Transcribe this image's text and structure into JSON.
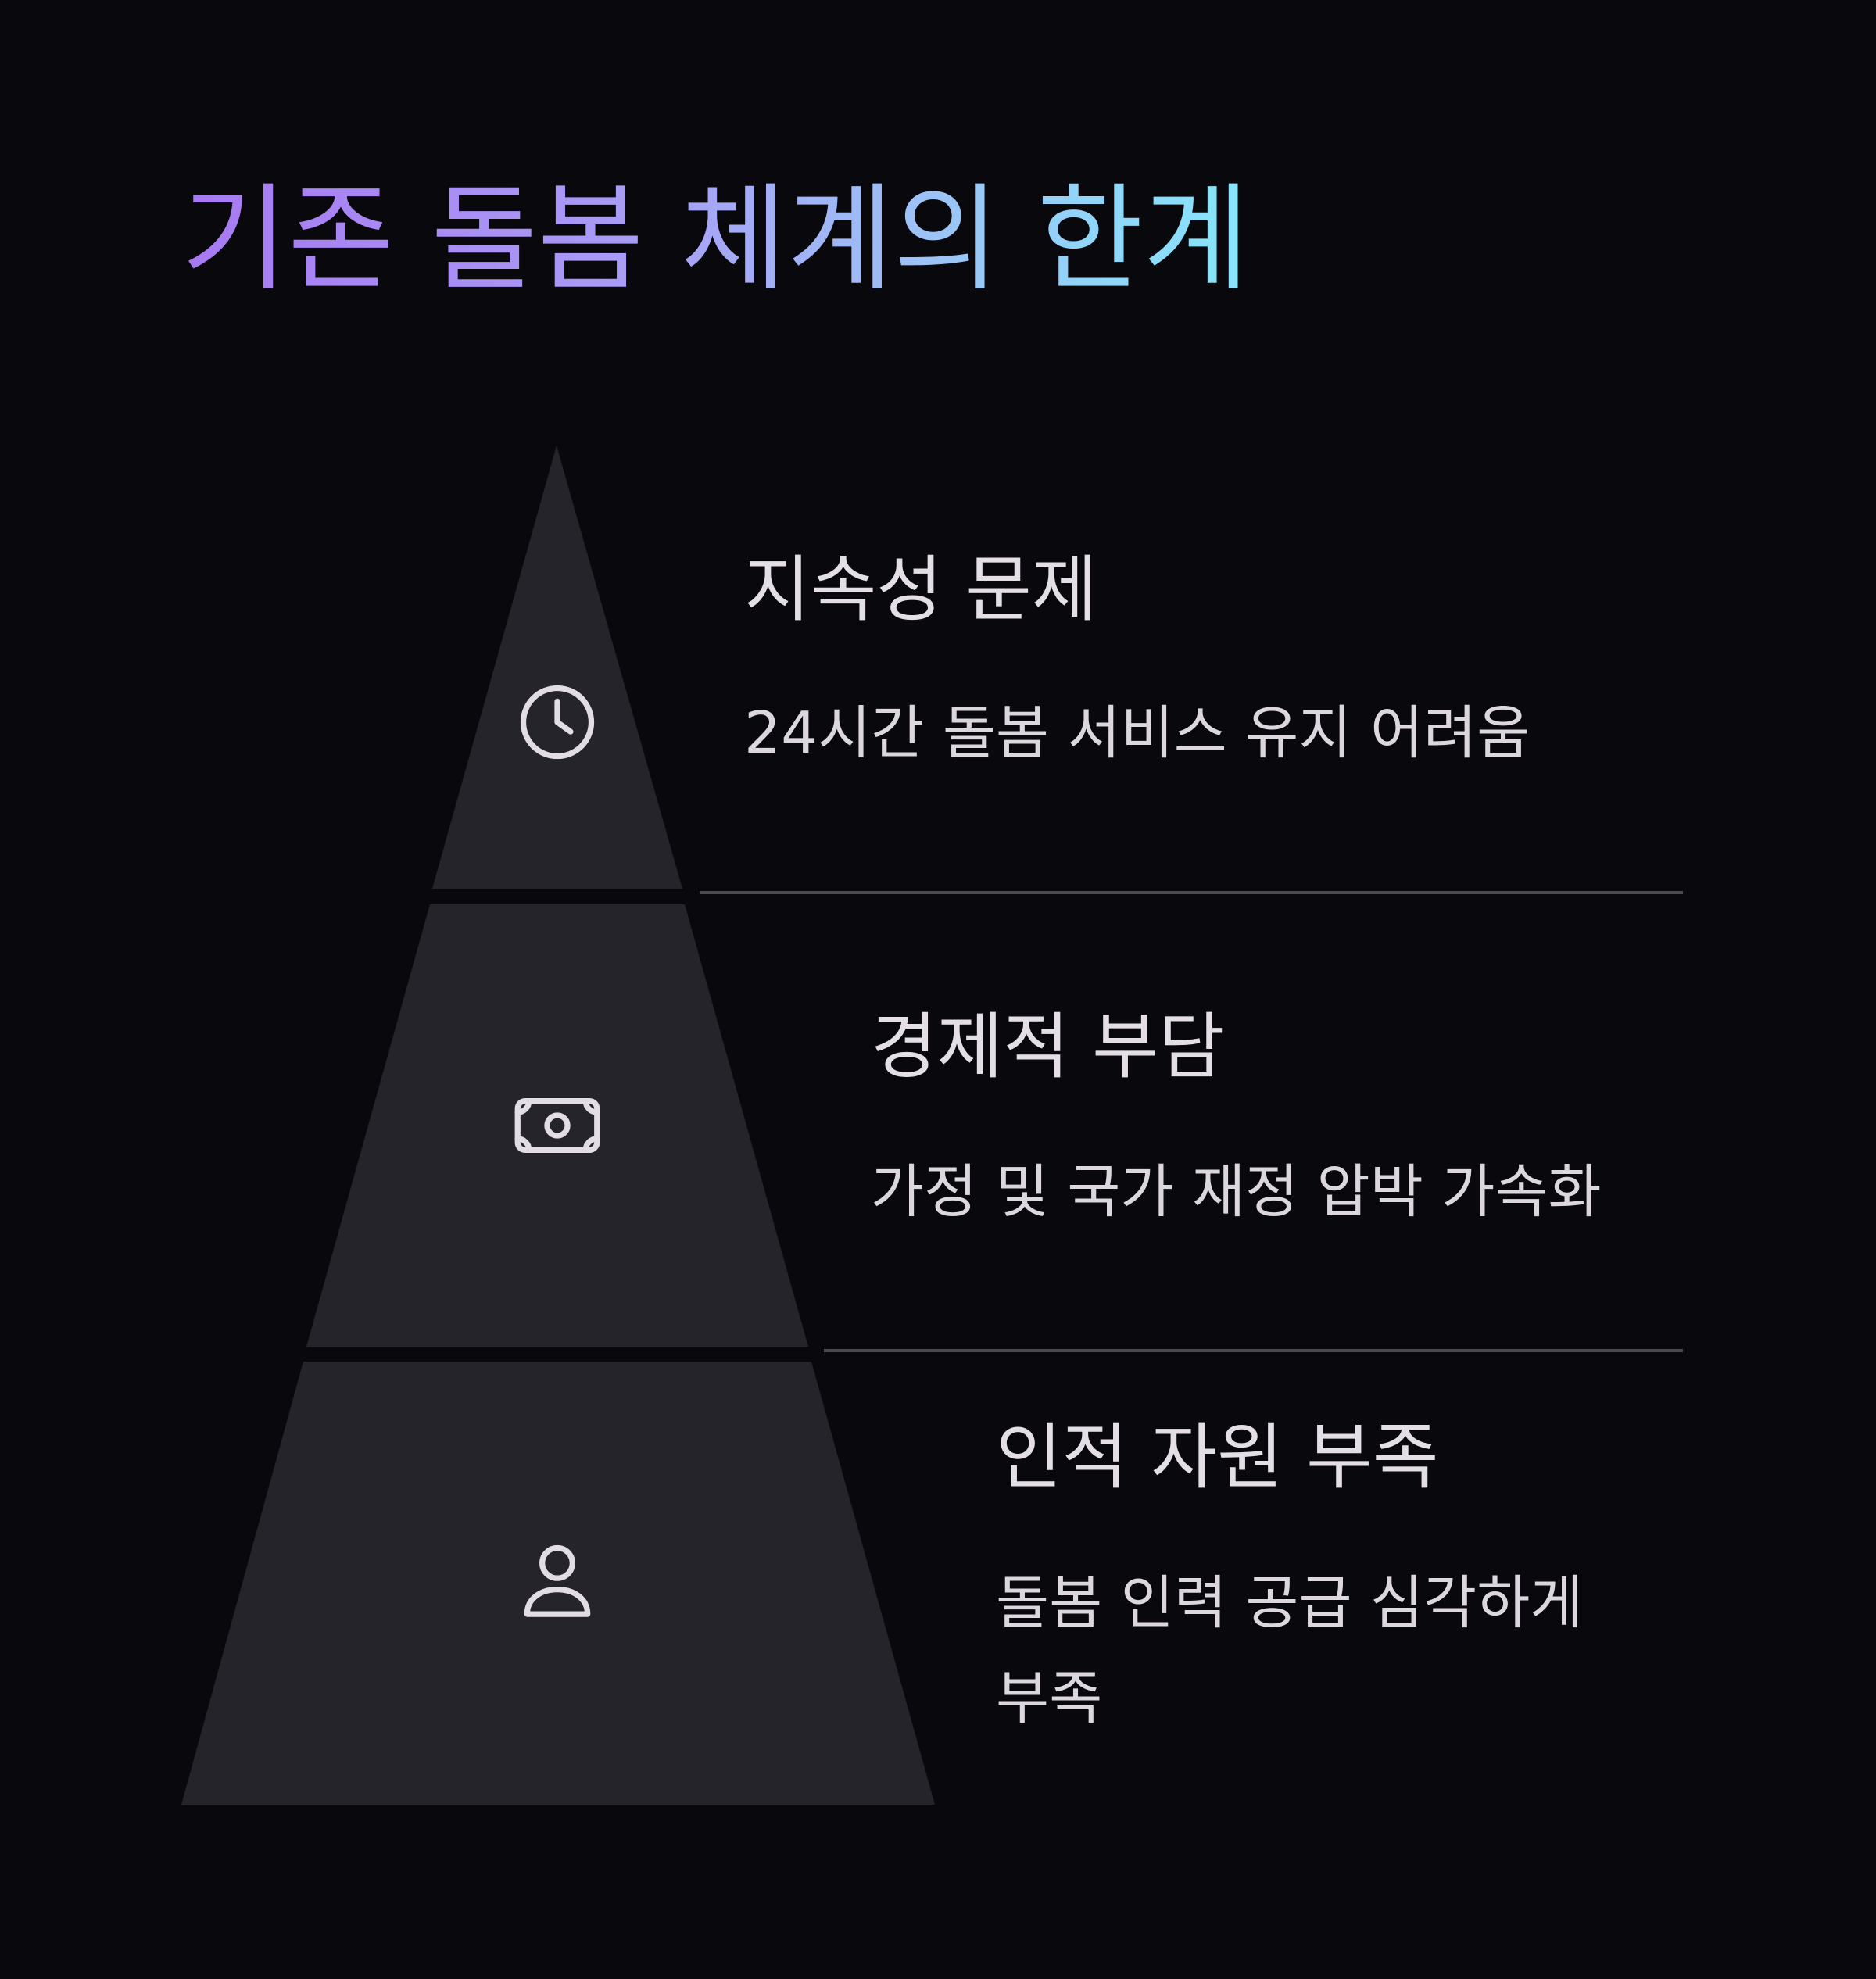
{
  "title": "기존 돌봄 체계의 한계",
  "colors": {
    "background": "#08080d",
    "pyramid_fill": "#25242a",
    "text": "#e2dde4",
    "divider": "#4a4950",
    "title_gradient": [
      "#a879f2",
      "#a99af5",
      "#9cc3f6",
      "#86e6fb"
    ]
  },
  "levels": [
    {
      "icon": "clock-icon",
      "title": "지속성 문제",
      "description": "24시간 돌봄 서비스 유지 어려움"
    },
    {
      "icon": "money-icon",
      "title": "경제적 부담",
      "description": "가정 및 국가 재정 압박 가속화"
    },
    {
      "icon": "person-icon",
      "title": "인적 자원 부족",
      "description": "돌봄 인력 공급 심각하게 부족"
    }
  ]
}
